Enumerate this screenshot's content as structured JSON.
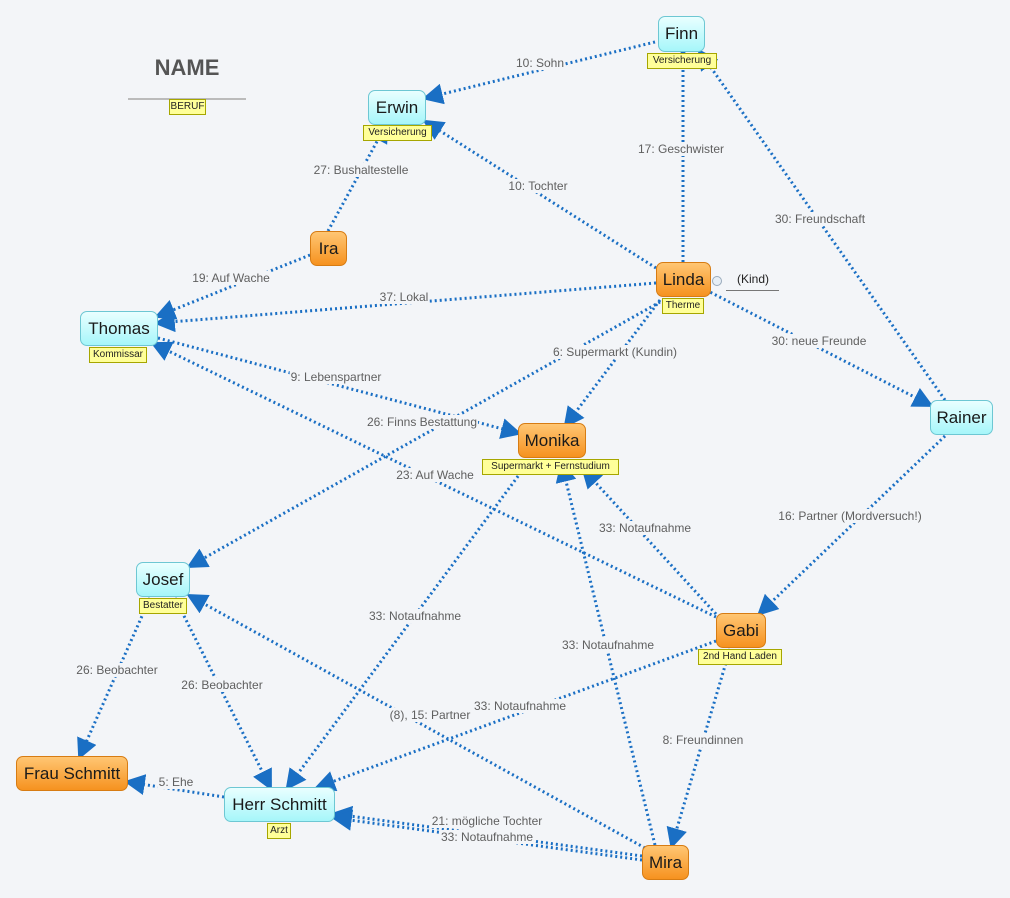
{
  "legend": {
    "title": "NAME",
    "tag": "BERUF"
  },
  "subtopic": {
    "label": "(Kind)"
  },
  "colors": {
    "cyan": "#a6f6fa",
    "orange": "#f6921f",
    "edge": "#1a6fc4",
    "tag": "#ffff99"
  },
  "nodes": [
    {
      "id": "finn",
      "label": "Finn",
      "tag": "Versicherung",
      "style": "cyan"
    },
    {
      "id": "erwin",
      "label": "Erwin",
      "tag": "Versicherung",
      "style": "cyan"
    },
    {
      "id": "ira",
      "label": "Ira",
      "tag": "",
      "style": "orange"
    },
    {
      "id": "linda",
      "label": "Linda",
      "tag": "Therme",
      "style": "orange"
    },
    {
      "id": "thomas",
      "label": "Thomas",
      "tag": "Kommissar",
      "style": "cyan"
    },
    {
      "id": "rainer",
      "label": "Rainer",
      "tag": "",
      "style": "cyan"
    },
    {
      "id": "monika",
      "label": "Monika",
      "tag": "Supermarkt + Fernstudium",
      "style": "orange"
    },
    {
      "id": "josef",
      "label": "Josef",
      "tag": "Bestatter",
      "style": "cyan"
    },
    {
      "id": "gabi",
      "label": "Gabi",
      "tag": "2nd Hand Laden",
      "style": "orange"
    },
    {
      "id": "frau_schmitt",
      "label": "Frau Schmitt",
      "tag": "",
      "style": "orange"
    },
    {
      "id": "herr_schmitt",
      "label": "Herr Schmitt",
      "tag": "Arzt",
      "style": "cyan"
    },
    {
      "id": "mira",
      "label": "Mira",
      "tag": "",
      "style": "orange"
    }
  ],
  "edges": [
    {
      "from": "finn",
      "to": "erwin",
      "label": "10: Sohn"
    },
    {
      "from": "linda",
      "to": "finn",
      "label": "17: Geschwister"
    },
    {
      "from": "rainer",
      "to": "finn",
      "label": "30: Freundschaft"
    },
    {
      "from": "linda",
      "to": "erwin",
      "label": "10: Tochter"
    },
    {
      "from": "ira",
      "to": "erwin",
      "label": "27: Bushaltestelle"
    },
    {
      "from": "ira",
      "to": "thomas",
      "label": "19: Auf Wache"
    },
    {
      "from": "linda",
      "to": "thomas",
      "label": "37: Lokal"
    },
    {
      "from": "linda",
      "to": "rainer",
      "label": "30: neue Freunde"
    },
    {
      "from": "linda",
      "to": "monika",
      "label": "6: Supermarkt (Kundin)"
    },
    {
      "from": "thomas",
      "to": "monika",
      "label": "9: Lebenspartner"
    },
    {
      "from": "linda",
      "to": "josef",
      "label": "26: Finns Bestattung"
    },
    {
      "from": "gabi",
      "to": "thomas",
      "label": "23: Auf Wache"
    },
    {
      "from": "gabi",
      "to": "monika",
      "label": "33: Notaufnahme"
    },
    {
      "from": "rainer",
      "to": "gabi",
      "label": "16: Partner (Mordversuch!)"
    },
    {
      "from": "monika",
      "to": "herr_schmitt",
      "label": "33: Notaufnahme"
    },
    {
      "from": "mira",
      "to": "monika",
      "label": "33: Notaufnahme"
    },
    {
      "from": "gabi",
      "to": "herr_schmitt",
      "label": "33: Notaufnahme"
    },
    {
      "from": "gabi",
      "to": "mira",
      "label": "8: Freundinnen"
    },
    {
      "from": "josef",
      "to": "frau_schmitt",
      "label": "26: Beobachter"
    },
    {
      "from": "josef",
      "to": "herr_schmitt",
      "label": "26: Beobachter"
    },
    {
      "from": "mira",
      "to": "josef",
      "label": "(8), 15: Partner"
    },
    {
      "from": "herr_schmitt",
      "to": "frau_schmitt",
      "label": "5: Ehe"
    },
    {
      "from": "mira",
      "to": "herr_schmitt",
      "label": "21: mögliche Tochter"
    },
    {
      "from": "mira",
      "to": "herr_schmitt",
      "label": "33: Notaufnahme"
    }
  ]
}
